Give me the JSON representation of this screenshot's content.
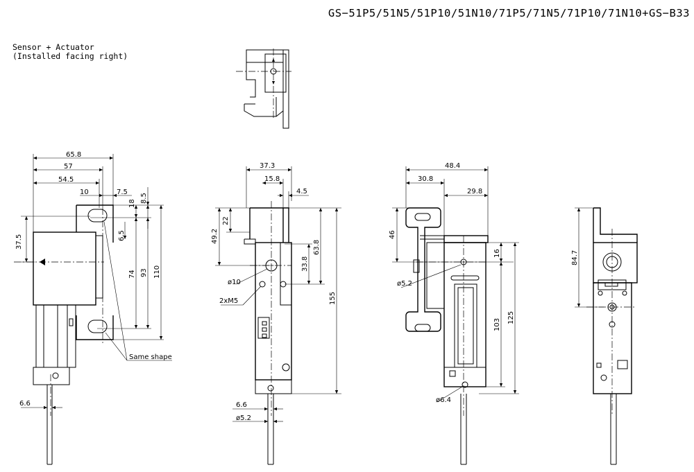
{
  "title": "GS−51P5/51N5/51P10/51N10/71P5/71N5/71P10/71N10+GS−B33",
  "note": {
    "line1": "Sensor + Actuator",
    "line2": "(Installed facing right)"
  },
  "view1": {
    "d_65_8": "65.8",
    "d_57": "57",
    "d_54_5": "54.5",
    "d_10": "10",
    "d_7_5": "7.5",
    "d_18": "18",
    "d_8_5": "8.5",
    "d_37_5": "37.5",
    "d_6_5": "6.5",
    "d_74": "74",
    "d_93": "93",
    "d_110": "110",
    "d_6_6": "6.6",
    "same_shape": "Same shape"
  },
  "view2": {
    "d_37_3": "37.3",
    "d_15_8": "15.8",
    "d_4_5": "4.5",
    "d_22": "22",
    "d_49_2": "49.2",
    "d_63_8": "63.8",
    "d_33_8": "33.8",
    "d_phi10": "ø10",
    "d_2xM5": "2xM5",
    "d_155": "155",
    "d_6_6": "6.6",
    "d_phi5_2": "ø5.2"
  },
  "view3": {
    "d_48_4": "48.4",
    "d_30_8": "30.8",
    "d_29_8": "29.8",
    "d_46": "46",
    "d_16": "16",
    "d_phi5_2": "ø5.2",
    "d_103": "103",
    "d_125": "125",
    "d_phi6_4": "ø6.4"
  },
  "view4": {
    "d_84_7": "84.7"
  }
}
